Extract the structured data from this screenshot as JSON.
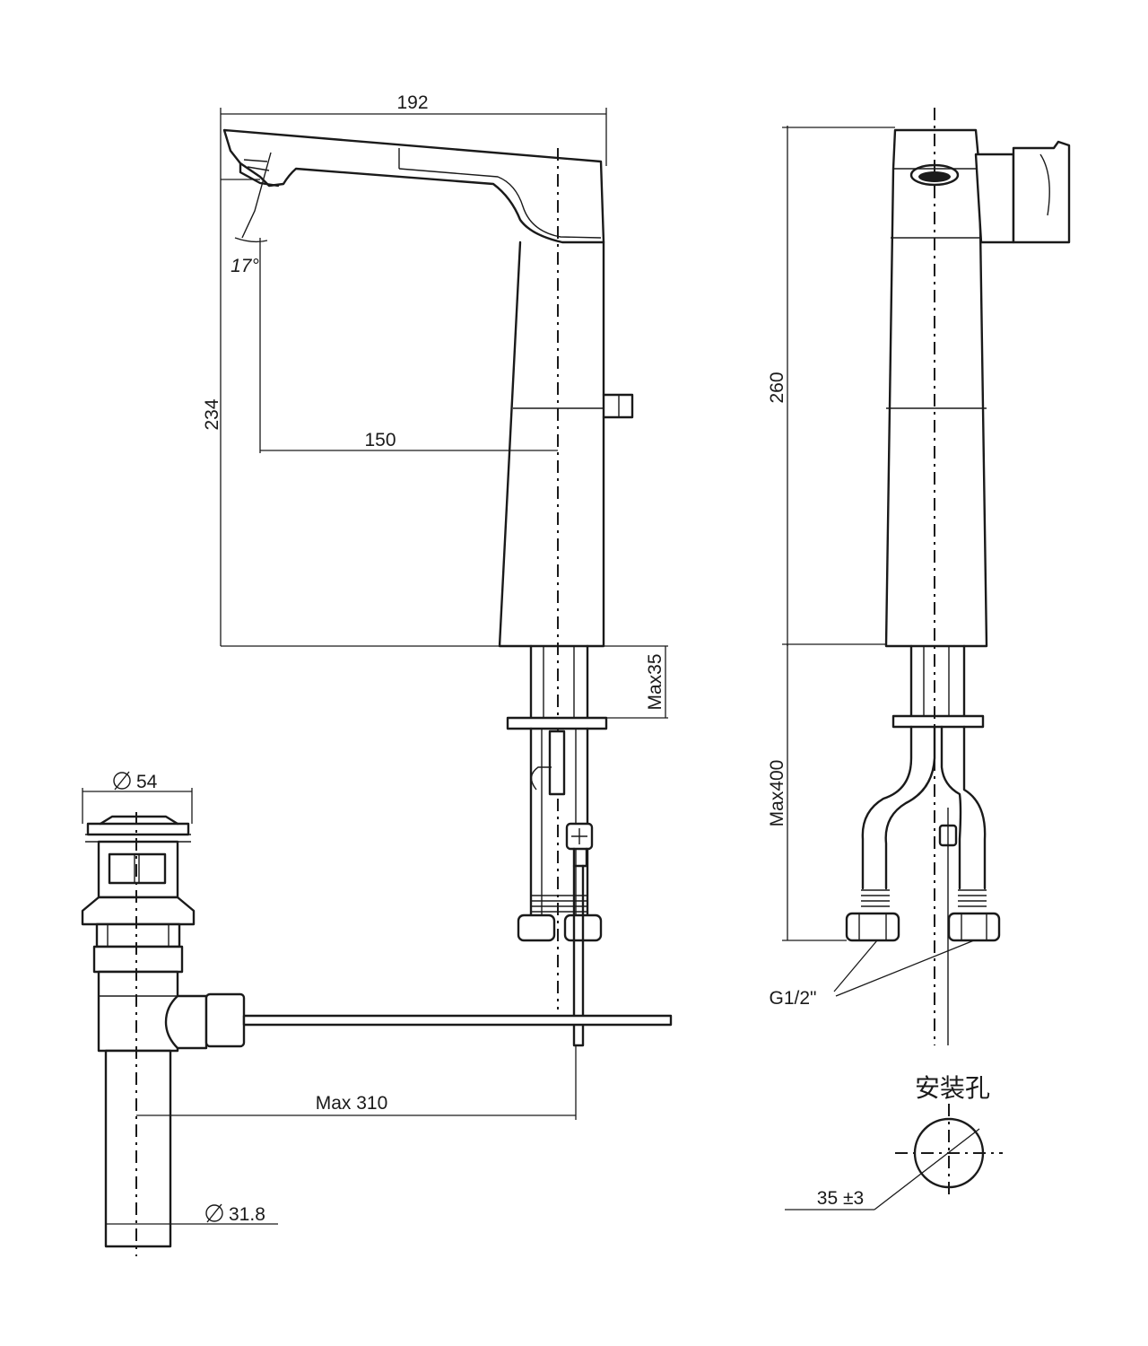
{
  "dimensions": {
    "width_top": "192",
    "spout_height": "234",
    "spout_reach": "150",
    "spout_angle": "17°",
    "total_height": "260",
    "max_deck_thickness": "Max35",
    "max_hose_length": "Max400",
    "drain_diameter": "54",
    "drain_pipe_diameter": "31.8",
    "max_rod_length": "Max 310",
    "hole_diameter": "35 ±3"
  },
  "labels": {
    "thread_spec": "G1/2\"",
    "mounting_hole_title": "安装孔"
  }
}
